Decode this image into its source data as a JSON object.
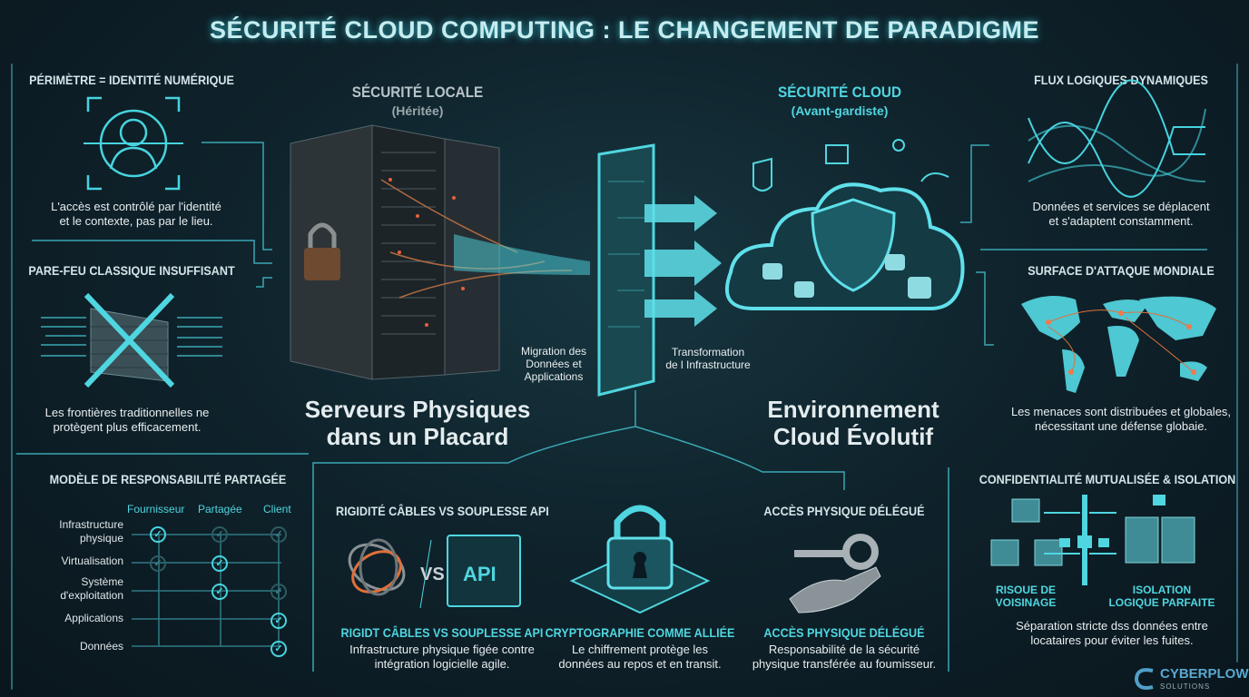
{
  "title": "SÉCURITÉ CLOUD COMPUTING : LE CHANGEMENT DE PARADIGME",
  "left": {
    "perimeter": {
      "heading": "PÉRIMÈTRE = IDENTITÉ NUMÉRIQUE",
      "icon": "user-scan-icon",
      "text1": "L'accès est contrôlé par l'identité",
      "text2": "et le contexte, pas par le lieu."
    },
    "firewall": {
      "heading": "PARE-FEU CLASSIQUE INSUFFISANT",
      "icon": "crossed-firewall-icon",
      "text1": "Les frontières traditionnelles ne",
      "text2": "protègent plus efficacement."
    },
    "shared": {
      "heading": "MODÈLE DE RESPONSABILITÉ PARTAGÉE",
      "columns": [
        "Fournisseur",
        "Partagée",
        "Client"
      ],
      "rows": [
        {
          "label1": "Infrastructure",
          "label2": "physique",
          "checks": [
            "active",
            "dim",
            "dim"
          ]
        },
        {
          "label1": "Virtualisation",
          "label2": "",
          "checks": [
            "dim",
            "active",
            ""
          ]
        },
        {
          "label1": "Système",
          "label2": "d'exploitation",
          "checks": [
            "",
            "active",
            "dim"
          ]
        },
        {
          "label1": "Applications",
          "label2": "",
          "checks": [
            "",
            "",
            "active"
          ]
        },
        {
          "label1": "Données",
          "label2": "",
          "checks": [
            "",
            "",
            "active"
          ]
        }
      ]
    }
  },
  "center": {
    "local_title": "SÉCURITÉ LOCALE",
    "local_sub": "(Héritée)",
    "local_caption1": "Serveurs Physiques",
    "local_caption2": "dans un Placard",
    "cloud_title": "SÉCURITÉ CLOUD",
    "cloud_sub": "(Avant-gardiste)",
    "cloud_caption1": "Environnement",
    "cloud_caption2": "Cloud Évolutif",
    "migration1": "Migration des",
    "migration2": "Données et",
    "migration3": "Applications",
    "transform1": "Transformation",
    "transform2": "de l Infrastructure"
  },
  "bottom": [
    {
      "heading": "RIGIDITÉ CÂBLES VS SOUPLESSE API",
      "vs": "VS",
      "api": "API",
      "subheading": "RIGIDT CÂBLES VS SOUPLESSE API",
      "text1": "Infrastructure physique figée contre",
      "text2": "intégration logicielle agile."
    },
    {
      "heading": "",
      "subheading": "CRYPTOGRAPHIE COMME ALLIÉE",
      "text1": "Le chiffrement protège les",
      "text2": "données au repos et en transit."
    },
    {
      "heading": "ACCÈS PHYSIQUE DÉLÉGUÉ",
      "subheading": "ACCÈS PHYSIQUE DÉLÉGUÉ",
      "text1": "Responsabilité de la sécurité",
      "text2": "physique transférée au foumisseur."
    }
  ],
  "right": {
    "flux": {
      "heading": "FLUX LOGIQUES DYNAMIQUES",
      "text1": "Données et services se déplacent",
      "text2": "et s'adaptent constamment."
    },
    "surface": {
      "heading": "SURFACE D'ATTAQUE MONDIALE",
      "text1": "Les menaces sont distribuées et globales,",
      "text2": "nécessitant une défense globaie."
    },
    "isolation": {
      "heading": "CONFIDENTIALITÉ MUTUALISÉE & ISOLATION",
      "label_left1": "RISOUE DE",
      "label_left2": "VOISINAGE",
      "label_right1": "ISOLATION",
      "label_right2": "LOGIQUE PARFAITE",
      "text1": "Séparation stricte dss données entre",
      "text2": "locataires pour éviter les fuites."
    }
  },
  "logo": {
    "name": "CYBERPLOW",
    "sub": "SOLUTIONS"
  },
  "colors": {
    "accent": "#4fd6e0",
    "background": "#0f232c",
    "warning": "#e0703a"
  }
}
